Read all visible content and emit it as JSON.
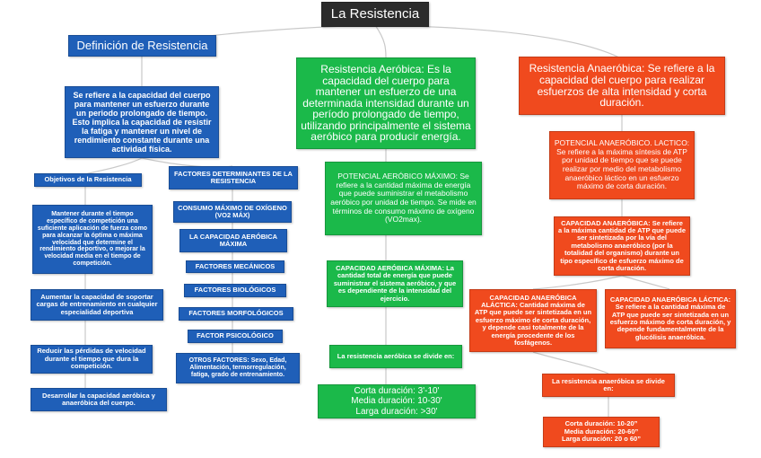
{
  "title": "La Resistencia",
  "blue": {
    "header": "Definición de Resistencia",
    "definition": "Se refiere a la capacidad del cuerpo para mantener un esfuerzo durante un periodo prolongado de tiempo. Esto implica la capacidad de resistir la fatiga y mantener un nivel de rendimiento constante durante una actividad física.",
    "objetivos_title": "Objetivos de la Resistencia",
    "objetivos": [
      "Mantener durante el tiempo específico de competición una suficiente aplicación de fuerza como para alcanzar la óptima o máxima velocidad que determine el rendimiento deportivo, o mejorar la velocidad media en el tiempo de competición.",
      "Aumentar la capacidad de soportar cargas de entrenamiento en cualquier especialidad deportiva",
      "Reducir las pérdidas de velocidad durante el tiempo que dura la competición.",
      "Desarrollar la capacidad aeróbica y anaeróbica del cuerpo."
    ],
    "factores_title": "FACTORES DETERMINANTES DE LA RESISTENCIA",
    "factores": [
      "CONSUMO MÁXIMO DE OXÍGENO (VO2 MÁX)",
      "LA CAPACIDAD AERÓBICA MÁXIMA",
      "FACTORES MECÁNICOS",
      "FACTORES BIOLÓGICOS",
      "FACTORES MORFOLÓGICOS",
      "FACTOR PSICOLÓGICO"
    ],
    "otros": "OTROS FACTORES: Sexo, Edad, Alimentación, termorregulación, fatiga, grado de entrenamiento."
  },
  "green": {
    "header": "Resistencia Aeróbica: Es la capacidad del cuerpo para mantener un esfuerzo de una determinada intensidad durante un período prolongado de tiempo, utilizando principalmente el sistema aeróbico para producir energía.",
    "potencial": "POTENCIAL AERÓBICO MÁXIMO: Se refiere a la cantidad máxima de energía que puede suministrar el metabolismo aeróbico por unidad de tiempo. Se mide en términos de consumo máximo de oxígeno (VO2max).",
    "capacidad": "CAPACIDAD AERÓBICA MÁXIMA: La cantidad total de energía que puede suministrar el sistema aeróbico, y que es dependiente de la intensidad del ejercicio.",
    "divide": "La resistencia aeróbica se divide en:",
    "duraciones": [
      "Corta duración: 3'-10'",
      "Media duración: 10-30'",
      "Larga duración: >30'"
    ]
  },
  "red": {
    "header": "Resistencia Anaeróbica: Se refiere a la capacidad del cuerpo para realizar esfuerzos de alta intensidad y corta duración.",
    "potencial": "POTENCIAL ANAERÓBICO. LACTICO: Se refiere a la máxima síntesis de ATP por unidad de tiempo que se puede realizar por medio del metabolismo anaeróbico láctico en un esfuerzo máximo de corta duración.",
    "capacidad": "CAPACIDAD ANAERÓBICA: Se refiere a la máxima cantidad de ATP que puede ser sintetizada por la vía del metabolismo anaeróbico (por la totalidad del organismo) durante un tipo específico de esfuerzo máximo de corta duración.",
    "alactica": "CAPACIDAD ANAERÓBICA ALÁCTICA: Cantidad máxima de ATP que puede ser sintetizada en un esfuerzo máximo de corta duración, y depende casi totalmente de la energía procedente de los fosfágenos.",
    "lactica": "CAPACIDAD ANAERÓBICA LÁCTICA: Se refiere a la cantidad máxima de ATP que puede ser sintetizada en un esfuerzo máximo de corta duración, y depende fundamentalmente de la glucólisis anaeróbica.",
    "divide": "La resistencia anaeróbica se divide en:",
    "duraciones": [
      "Corta duración: 10-20”",
      "Media duración: 20-60”",
      "Larga duración: 20 o 60”"
    ]
  }
}
